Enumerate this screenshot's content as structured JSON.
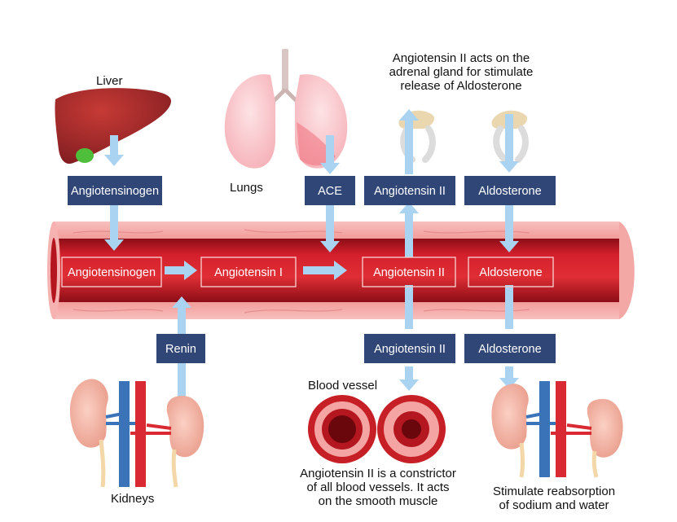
{
  "labels": {
    "liver": "Liver",
    "lungs": "Lungs",
    "kidneys": "Kidneys",
    "blood_vessel": "Blood vessel",
    "adrenal_note": [
      "Angiotensin II acts on the",
      "adrenal gland for stimulate",
      "release of Aldosterone"
    ],
    "constrictor_note": [
      "Angiotensin II is a constrictor",
      "of all blood vessels. It acts",
      "on the smooth muscle"
    ],
    "reabsorption_note": [
      "Stimulate reabsorption",
      "of sodium and water"
    ]
  },
  "top_boxes": {
    "angiotensinogen": "Angiotensinogen",
    "ace": "ACE",
    "angiotensin_ii": "Angiotensin II",
    "aldosterone": "Aldosterone"
  },
  "vessel_boxes": {
    "angiotensinogen": "Angiotensinogen",
    "angiotensin_i": "Angiotensin I",
    "angiotensin_ii": "Angiotensin II",
    "aldosterone": "Aldosterone"
  },
  "bottom_boxes": {
    "renin": "Renin",
    "angiotensin_ii": "Angiotensin II",
    "aldosterone": "Aldosterone"
  },
  "colors": {
    "box_fill": "#2f4677",
    "arrow": "#a9d3f1",
    "vessel_red": "#d01d2b",
    "vessel_wall": "#f4a7a6",
    "liver": "#a3272a",
    "gallbladder": "#4fbe3a",
    "kidney": "#f3b3a3",
    "vein_blue": "#3b73b9",
    "artery_red": "#d92a33",
    "lung_pink": "#f9c8cc"
  }
}
